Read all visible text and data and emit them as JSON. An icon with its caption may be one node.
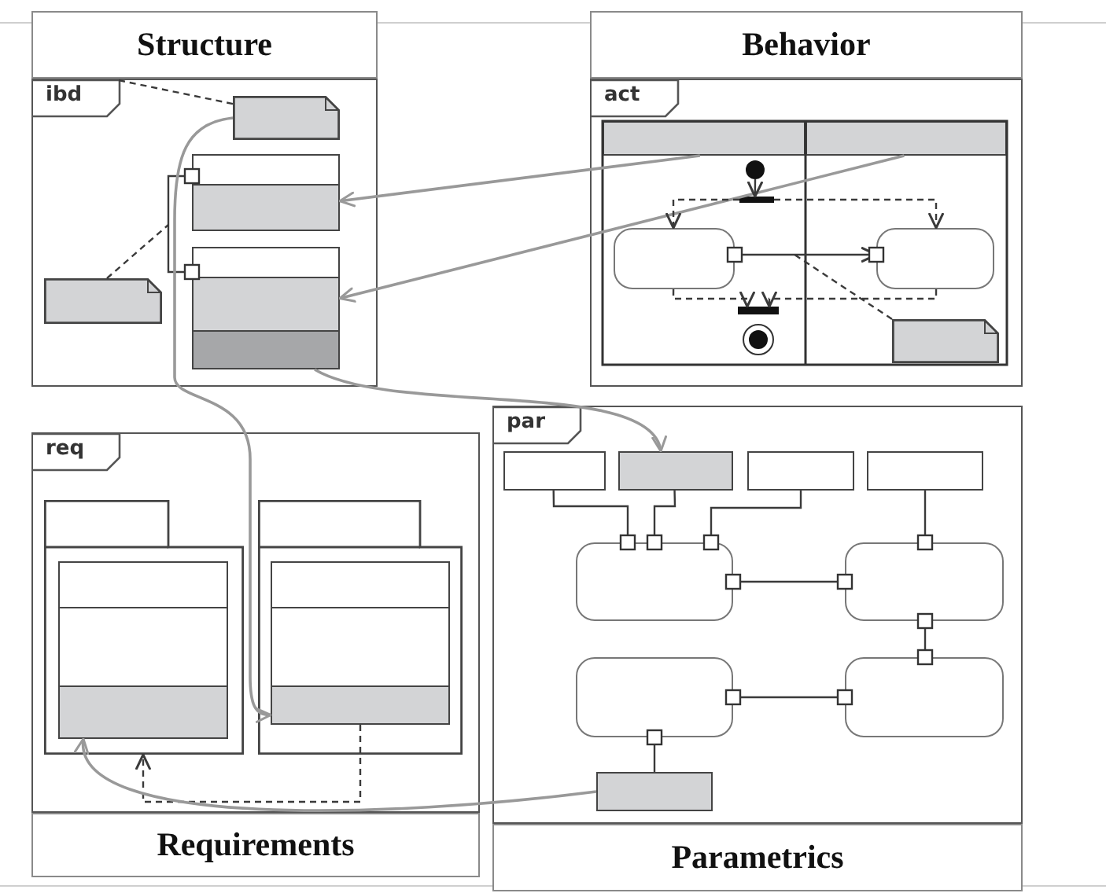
{
  "diagram": {
    "nodes": [
      {
        "text": [
          "Structure",
          "ibd"
        ]
      },
      {
        "text": [],
        "shape": "note",
        "in": 0
      },
      {
        "text": [],
        "shape": "box",
        "in": 0
      },
      {
        "text": [],
        "shape": "box",
        "in": 0
      },
      {
        "text": [],
        "shape": "note",
        "in": 0
      },
      {
        "text": [
          "Behavior",
          "act"
        ]
      },
      {
        "text": [],
        "shape": "box",
        "in": 5
      },
      {
        "text": [],
        "shape": "box",
        "in": 5
      },
      {
        "text": [],
        "shape": "circle",
        "in": 5
      },
      {
        "text": [],
        "shape": "bar",
        "in": 5
      },
      {
        "text": [],
        "shape": "box",
        "in": 5
      },
      {
        "text": [],
        "shape": "box",
        "in": 5
      },
      {
        "text": [],
        "shape": "bar",
        "in": 5
      },
      {
        "text": [],
        "shape": "circle",
        "in": 5
      },
      {
        "text": [],
        "shape": "note",
        "in": 5
      },
      {
        "text": [
          "Requirements",
          "req"
        ]
      },
      {
        "text": [],
        "shape": "box",
        "in": 15
      },
      {
        "text": [],
        "shape": "box",
        "in": 16
      },
      {
        "text": [],
        "shape": "box",
        "in": 15
      },
      {
        "text": [],
        "shape": "box",
        "in": 18
      },
      {
        "text": [
          "Parametrics",
          "par"
        ]
      },
      {
        "text": [],
        "shape": "box",
        "in": 20
      },
      {
        "text": [],
        "shape": "box",
        "in": 20
      },
      {
        "text": [],
        "shape": "box",
        "in": 20
      },
      {
        "text": [],
        "shape": "box",
        "in": 20
      },
      {
        "text": [],
        "shape": "box",
        "in": 20
      },
      {
        "text": [],
        "shape": "box",
        "in": 20
      },
      {
        "text": [],
        "shape": "box",
        "in": 20
      },
      {
        "text": [],
        "shape": "box",
        "in": 20
      },
      {
        "text": [],
        "shape": "box",
        "in": 20
      }
    ],
    "edges": [
      {
        "from": 1,
        "to": 0,
        "arrow": "none",
        "style": "dashed"
      },
      {
        "from": 2,
        "to": 3,
        "arrow": "none"
      },
      {
        "from": 4,
        "to": null,
        "arrow": "none",
        "style": "dashed"
      },
      {
        "from": 6,
        "to": 2,
        "arrow": "to",
        "color": "#999999"
      },
      {
        "from": 7,
        "to": 3,
        "arrow": "to",
        "color": "#999999"
      },
      {
        "from": 8,
        "to": 9,
        "arrow": "to"
      },
      {
        "from": 9,
        "to": 10,
        "arrow": "to",
        "style": "dashed"
      },
      {
        "from": 9,
        "to": 11,
        "arrow": "to",
        "style": "dashed"
      },
      {
        "from": 10,
        "to": 11,
        "arrow": "to"
      },
      {
        "from": 10,
        "to": 12,
        "arrow": "to",
        "style": "dashed"
      },
      {
        "from": 11,
        "to": 12,
        "arrow": "to",
        "style": "dashed"
      },
      {
        "from": 14,
        "to": null,
        "arrow": "none",
        "style": "dashed"
      },
      {
        "from": 19,
        "to": 16,
        "arrow": "to",
        "style": "dashed"
      },
      {
        "from": 1,
        "to": 19,
        "arrow": "to",
        "color": "#999999"
      },
      {
        "from": 29,
        "to": 17,
        "arrow": "to",
        "color": "#999999"
      },
      {
        "from": 3,
        "to": 22,
        "arrow": "to",
        "color": "#999999"
      },
      {
        "from": 21,
        "to": 25,
        "arrow": "none"
      },
      {
        "from": 22,
        "to": 25,
        "arrow": "none"
      },
      {
        "from": 23,
        "to": 25,
        "arrow": "none"
      },
      {
        "from": 24,
        "to": 26,
        "arrow": "none"
      },
      {
        "from": 25,
        "to": 26,
        "arrow": "none"
      },
      {
        "from": 26,
        "to": 28,
        "arrow": "none"
      },
      {
        "from": 27,
        "to": 28,
        "arrow": "none"
      },
      {
        "from": 27,
        "to": 29,
        "arrow": "none"
      }
    ]
  }
}
